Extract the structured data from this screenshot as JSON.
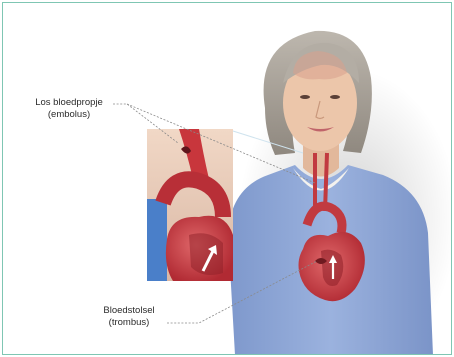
{
  "labels": {
    "embolus": {
      "line1": "Los bloedpropje",
      "line2": "(embolus)"
    },
    "trombus": {
      "line1": "Bloedstolsel",
      "line2": "(trombus)"
    }
  },
  "colors": {
    "border": "#7fc6b3",
    "sweater": "#8fa8d8",
    "hair": "#a9a39b",
    "skin": "#e9c3a6",
    "heart": "#c8363c",
    "vessel_blue": "#4a7fc9",
    "leader_line": "#8a8a8a"
  }
}
